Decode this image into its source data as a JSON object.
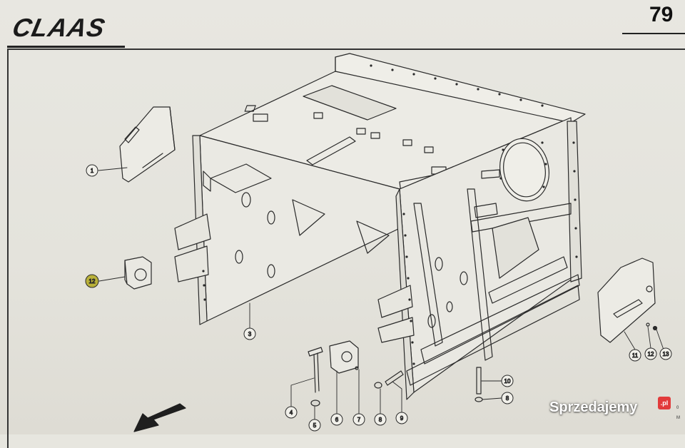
{
  "header": {
    "brand": "CLAAS",
    "page_number": "79"
  },
  "callouts": [
    {
      "label": "1"
    },
    {
      "label": "12"
    },
    {
      "label": "3"
    },
    {
      "label": "4"
    },
    {
      "label": "5"
    },
    {
      "label": "6"
    },
    {
      "label": "7"
    },
    {
      "label": "8"
    },
    {
      "label": "9"
    },
    {
      "label": "10"
    },
    {
      "label": "8"
    },
    {
      "label": "11"
    },
    {
      "label": "12"
    },
    {
      "label": "13"
    }
  ],
  "watermark": {
    "text": "Sprzedajemy",
    "badge": ".pl"
  },
  "corner": {
    "line1": "0",
    "line2": "M"
  },
  "colors": {
    "paper": "#e6e5de",
    "ink": "#2a2a2a",
    "highlight": "#b9b13a"
  },
  "icons": {
    "direction": "arrow-down-left-icon"
  }
}
